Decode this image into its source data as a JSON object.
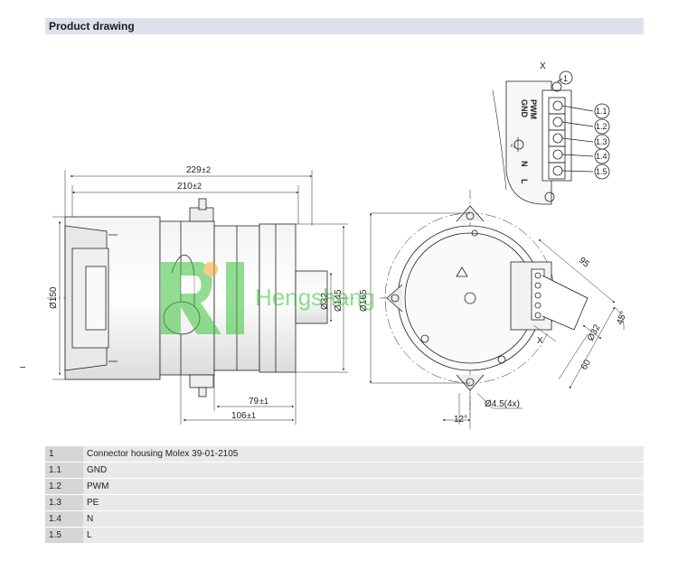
{
  "header": {
    "title": "Product drawing"
  },
  "drawing": {
    "dimensions": {
      "overall_length": "229",
      "overall_length_tol": "±2",
      "body_length": "210",
      "body_length_tol": "±2",
      "diameter_150": "Ø150",
      "diameter_32": "Ø32",
      "diameter_145": "Ø145",
      "diameter_165": "Ø165",
      "length_79": "79",
      "length_79_tol": "±1",
      "length_106": "106",
      "length_106_tol": "±1",
      "hole": "Ø4.5(4x)",
      "angle_12": "12°",
      "dim_95": "95",
      "dim_60": "60",
      "angle_45": "45°",
      "outlet_32": "Ø32"
    },
    "connector_labels": {
      "view_marker": "X",
      "callout_main": "1",
      "pins": [
        "GND",
        "PWM",
        "",
        "N",
        "L"
      ],
      "callouts": [
        "1.1",
        "1.2",
        "1.3",
        "1.4",
        "1.5"
      ]
    },
    "watermark": "Hengshang"
  },
  "parts_table": [
    {
      "no": "1",
      "description": "Connector housing Molex 39-01-2105"
    },
    {
      "no": "1.1",
      "description": "GND"
    },
    {
      "no": "1.2",
      "description": "PWM"
    },
    {
      "no": "1.3",
      "description": "PE"
    },
    {
      "no": "1.4",
      "description": "N"
    },
    {
      "no": "1.5",
      "description": "L"
    }
  ],
  "colors": {
    "header_bg": "#dde1ee",
    "watermark": "#3ac33a",
    "table_num": "#d6d6d6",
    "table_desc": "#e9e9e9"
  }
}
